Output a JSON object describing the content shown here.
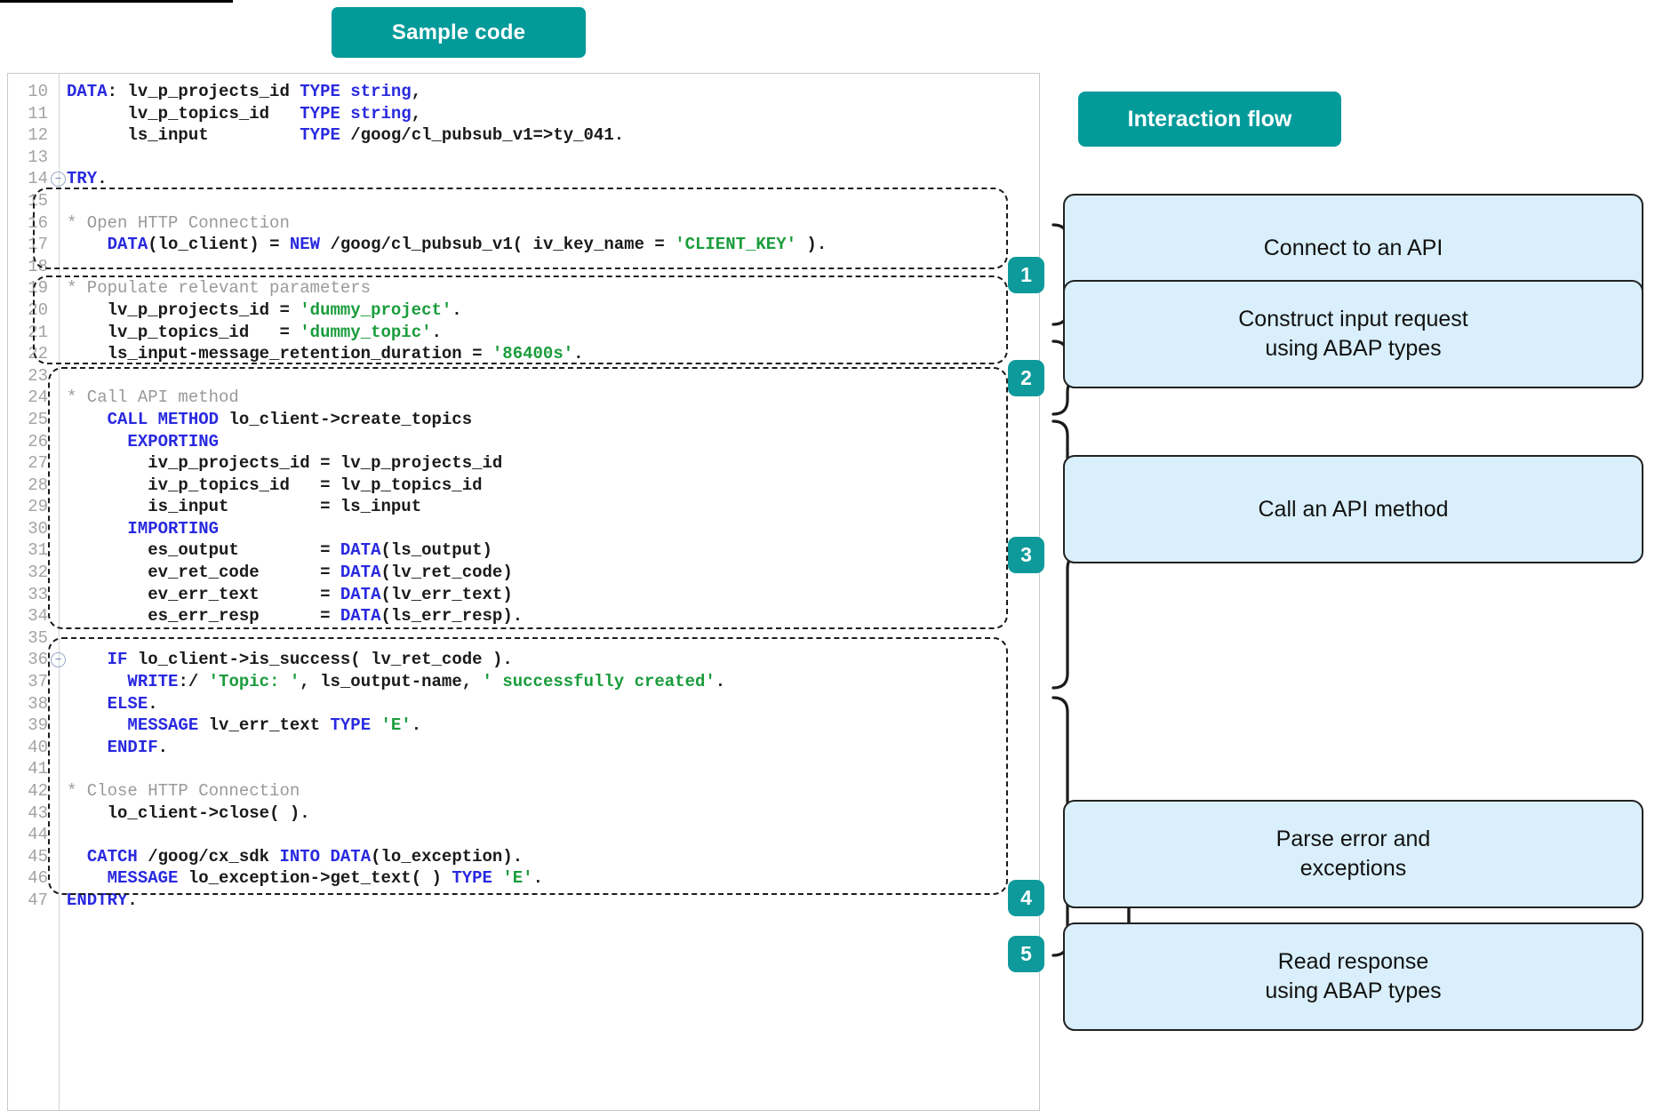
{
  "headers": {
    "sample_code": "Sample code",
    "interaction_flow": "Interaction flow"
  },
  "code": {
    "language": "ABAP",
    "first_line_number": 10,
    "last_line_number": 47,
    "lines": [
      {
        "n": "10",
        "fold": false,
        "text": "DATA: lv_p_projects_id TYPE string,"
      },
      {
        "n": "11",
        "fold": false,
        "text": "      lv_p_topics_id   TYPE string,"
      },
      {
        "n": "12",
        "fold": false,
        "text": "      ls_input         TYPE /goog/cl_pubsub_v1=>ty_041."
      },
      {
        "n": "13",
        "fold": false,
        "text": ""
      },
      {
        "n": "14",
        "fold": true,
        "text": "TRY."
      },
      {
        "n": "15",
        "fold": false,
        "text": ""
      },
      {
        "n": "16",
        "fold": false,
        "text": "* Open HTTP Connection"
      },
      {
        "n": "17",
        "fold": false,
        "text": "    DATA(lo_client) = NEW /goog/cl_pubsub_v1( iv_key_name = 'CLIENT_KEY' )."
      },
      {
        "n": "18",
        "fold": false,
        "text": ""
      },
      {
        "n": "19",
        "fold": false,
        "text": "* Populate relevant parameters"
      },
      {
        "n": "20",
        "fold": false,
        "text": "    lv_p_projects_id = 'dummy_project'."
      },
      {
        "n": "21",
        "fold": false,
        "text": "    lv_p_topics_id   = 'dummy_topic'."
      },
      {
        "n": "22",
        "fold": false,
        "text": "    ls_input-message_retention_duration = '86400s'."
      },
      {
        "n": "23",
        "fold": false,
        "text": ""
      },
      {
        "n": "24",
        "fold": false,
        "text": "* Call API method"
      },
      {
        "n": "25",
        "fold": false,
        "text": "    CALL METHOD lo_client->create_topics"
      },
      {
        "n": "26",
        "fold": false,
        "text": "      EXPORTING"
      },
      {
        "n": "27",
        "fold": false,
        "text": "        iv_p_projects_id = lv_p_projects_id"
      },
      {
        "n": "28",
        "fold": false,
        "text": "        iv_p_topics_id   = lv_p_topics_id"
      },
      {
        "n": "29",
        "fold": false,
        "text": "        is_input         = ls_input"
      },
      {
        "n": "30",
        "fold": false,
        "text": "      IMPORTING"
      },
      {
        "n": "31",
        "fold": false,
        "text": "        es_output        = DATA(ls_output)"
      },
      {
        "n": "32",
        "fold": false,
        "text": "        ev_ret_code      = DATA(lv_ret_code)"
      },
      {
        "n": "33",
        "fold": false,
        "text": "        ev_err_text      = DATA(lv_err_text)"
      },
      {
        "n": "34",
        "fold": false,
        "text": "        es_err_resp      = DATA(ls_err_resp)."
      },
      {
        "n": "35",
        "fold": false,
        "text": ""
      },
      {
        "n": "36",
        "fold": true,
        "text": "    IF lo_client->is_success( lv_ret_code )."
      },
      {
        "n": "37",
        "fold": false,
        "text": "      WRITE:/ 'Topic: ', ls_output-name, ' successfully created'."
      },
      {
        "n": "38",
        "fold": false,
        "text": "    ELSE."
      },
      {
        "n": "39",
        "fold": false,
        "text": "      MESSAGE lv_err_text TYPE 'E'."
      },
      {
        "n": "40",
        "fold": false,
        "text": "    ENDIF."
      },
      {
        "n": "41",
        "fold": false,
        "text": ""
      },
      {
        "n": "42",
        "fold": false,
        "text": "* Close HTTP Connection"
      },
      {
        "n": "43",
        "fold": false,
        "text": "    lo_client->close( )."
      },
      {
        "n": "44",
        "fold": false,
        "text": ""
      },
      {
        "n": "45",
        "fold": false,
        "text": "  CATCH /goog/cx_sdk INTO DATA(lo_exception)."
      },
      {
        "n": "46",
        "fold": false,
        "text": "    MESSAGE lo_exception->get_text( ) TYPE 'E'."
      },
      {
        "n": "47",
        "fold": false,
        "text": "ENDTRY."
      }
    ]
  },
  "flow": {
    "steps": [
      {
        "number": "1",
        "label": "Connect to an API",
        "code_lines": "15-18"
      },
      {
        "number": "2",
        "label": "Construct input request\nusing ABAP types",
        "code_lines": "19-23"
      },
      {
        "number": "3",
        "label": "Call an API method",
        "code_lines": "23-34"
      },
      {
        "number": "4",
        "label": "Parse error and\nexceptions",
        "code_lines": "35-46"
      },
      {
        "number": "5",
        "label": "Read response\nusing ABAP types",
        "code_lines": "35-46"
      }
    ]
  },
  "colors": {
    "brand_teal": "#039A9A",
    "badge_teal": "#0E9A9A",
    "flow_box_fill": "#D9EFFB",
    "keyword": "#2929E0",
    "string": "#1A9C3C",
    "comment": "#9A9A9A",
    "line_number": "#A3A3A3"
  }
}
